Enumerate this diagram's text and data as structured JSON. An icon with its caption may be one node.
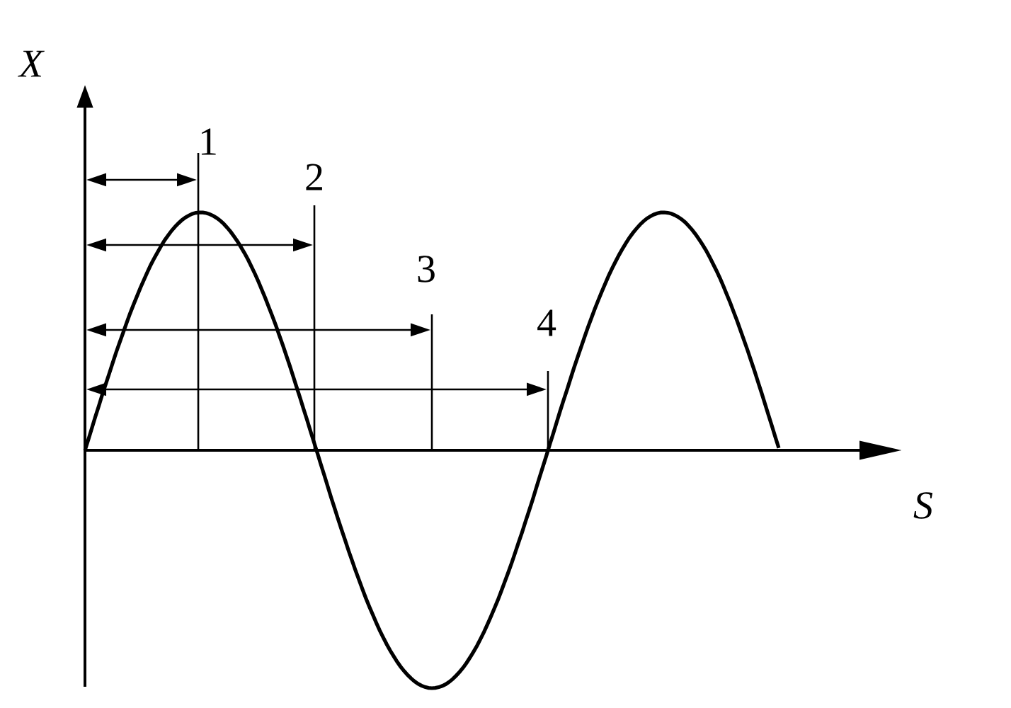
{
  "diagram": {
    "labels": [
      "X",
      "1",
      "2",
      "3",
      "4",
      "S"
    ]
  }
}
